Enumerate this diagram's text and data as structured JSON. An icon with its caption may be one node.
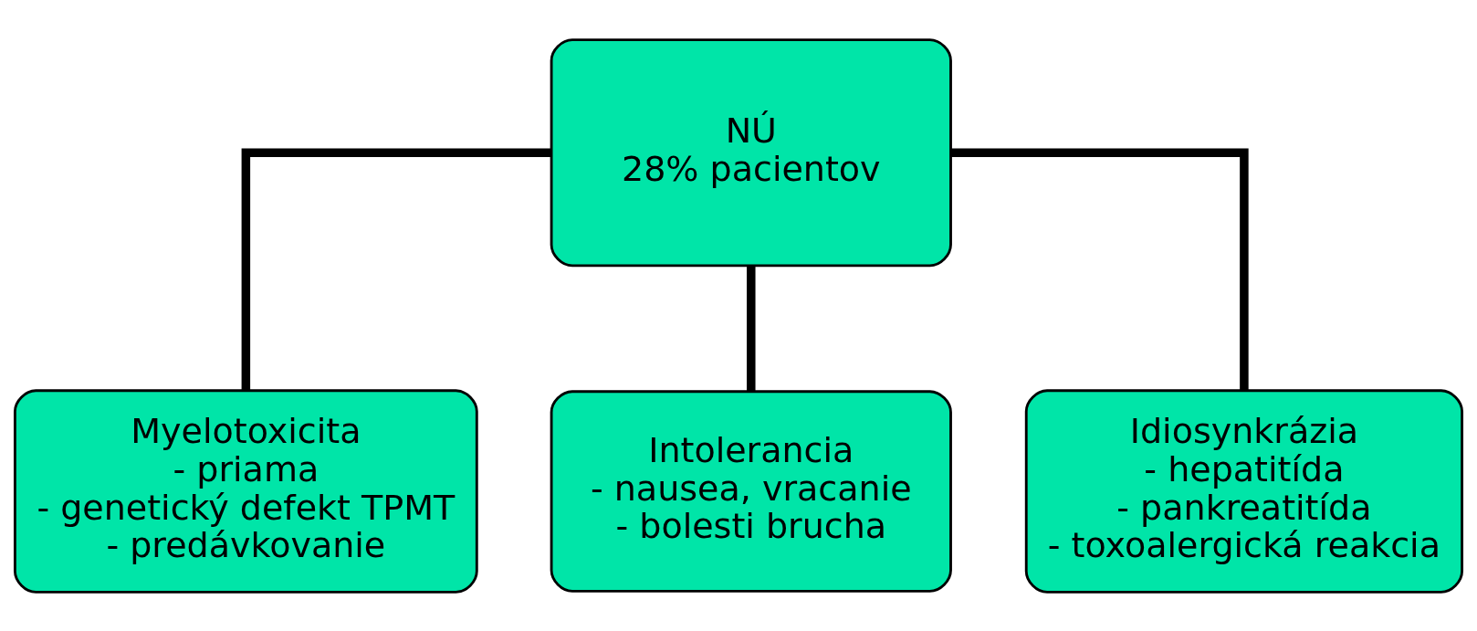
{
  "diagram": {
    "nodes": [
      {
        "text": [
          "NÚ",
          "28% pacientov"
        ]
      },
      {
        "text": [
          "Myelotoxicita",
          "- priama",
          "- genetický defekt TPMT",
          "- predávkovanie"
        ]
      },
      {
        "text": [
          "Intolerancia",
          "- nausea, vracanie",
          "- bolesti brucha"
        ]
      },
      {
        "text": [
          "Idiosynkrázia",
          "- hepatitída",
          "- pankreatitída",
          "- toxoalergická reakcia"
        ]
      }
    ],
    "edges": [
      {
        "from": 0,
        "to": 1,
        "arrow": "none"
      },
      {
        "from": 0,
        "to": 2,
        "arrow": "none"
      },
      {
        "from": 0,
        "to": 3,
        "arrow": "none"
      }
    ]
  }
}
